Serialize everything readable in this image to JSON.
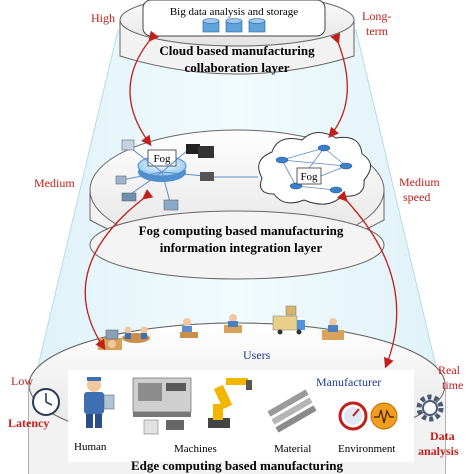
{
  "cloud_layer": {
    "storage_label": "Big data analysis and storage",
    "title_line1": "Cloud based manufacturing",
    "title_line2": "collaboration layer"
  },
  "fog_layer": {
    "fog_label_left": "Fog",
    "fog_label_right": "Fog",
    "title_line1": "Fog computing based manufacturing",
    "title_line2": "information integration layer"
  },
  "edge_layer": {
    "users_label": "Users",
    "manufacturer_label": "Manufacturer",
    "items": [
      "Human",
      "Machines",
      "Material",
      "Environment"
    ],
    "title_line1": "Edge computing based manufacturing"
  },
  "latency_axis": {
    "high": "High",
    "medium": "Medium",
    "low": "Low",
    "title": "Latency"
  },
  "analysis_axis": {
    "long": "Long-",
    "long2": "term",
    "medium": "Medium",
    "medium2": "speed",
    "real": "Real",
    "real2": "time",
    "title1": "Data",
    "title2": "analysis"
  },
  "colors": {
    "accent_red": "#c0201c",
    "manufacturer_blue": "#1f3a93",
    "cone_fill": "#e6f6fb"
  }
}
